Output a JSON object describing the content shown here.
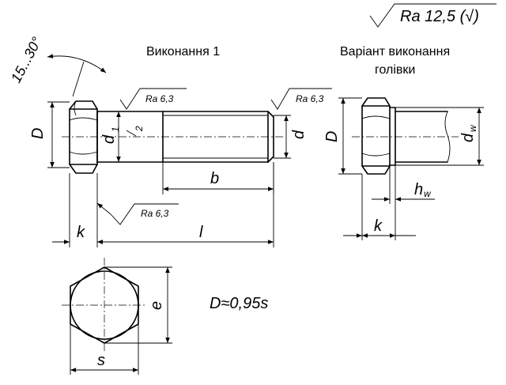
{
  "header_roughness": "Ra 12,5 (√)",
  "title_variant_1": "Виконання 1",
  "title_head_variant_line1": "Варіант виконання",
  "title_head_variant_line2": "голівки",
  "angle_label": "15...30°",
  "roughness_marks": [
    "Ra 6,3",
    "Ra 6,3",
    "Ra 6,3"
  ],
  "dim_labels": {
    "D": "D",
    "d1": "d",
    "d1_sub": "1",
    "point_mark": "2",
    "d": "d",
    "b": "b",
    "k": "k",
    "l": "l",
    "D_alt": "D",
    "dw": "d",
    "dw_sub": "w",
    "hw": "h",
    "hw_sub": "w",
    "k_alt": "k",
    "e": "e",
    "s": "s"
  },
  "formula": "D≈0,95s"
}
